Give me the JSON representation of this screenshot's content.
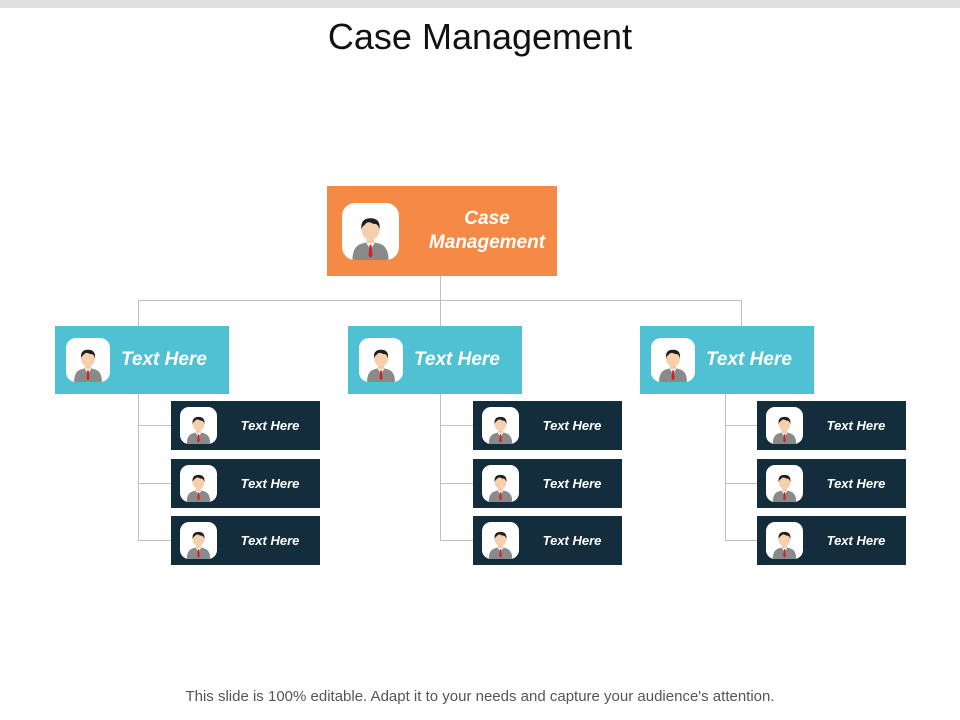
{
  "slide": {
    "title": "Case Management",
    "footer": "This slide is 100% editable. Adapt it to your needs and capture your audience's attention."
  },
  "org_chart": {
    "root": {
      "label": "Case Management",
      "icon": "person-icon"
    },
    "branches": [
      {
        "label": "Text Here",
        "children": [
          "Text Here",
          "Text Here",
          "Text Here"
        ]
      },
      {
        "label": "Text Here",
        "children": [
          "Text Here",
          "Text Here",
          "Text Here"
        ]
      },
      {
        "label": "Text Here",
        "children": [
          "Text Here",
          "Text Here",
          "Text Here"
        ]
      }
    ]
  },
  "colors": {
    "root_fill": "#f48a45",
    "branch_fill": "#4fc1d3",
    "leaf_fill": "#132d3c",
    "connector": "#bfbfbf"
  }
}
